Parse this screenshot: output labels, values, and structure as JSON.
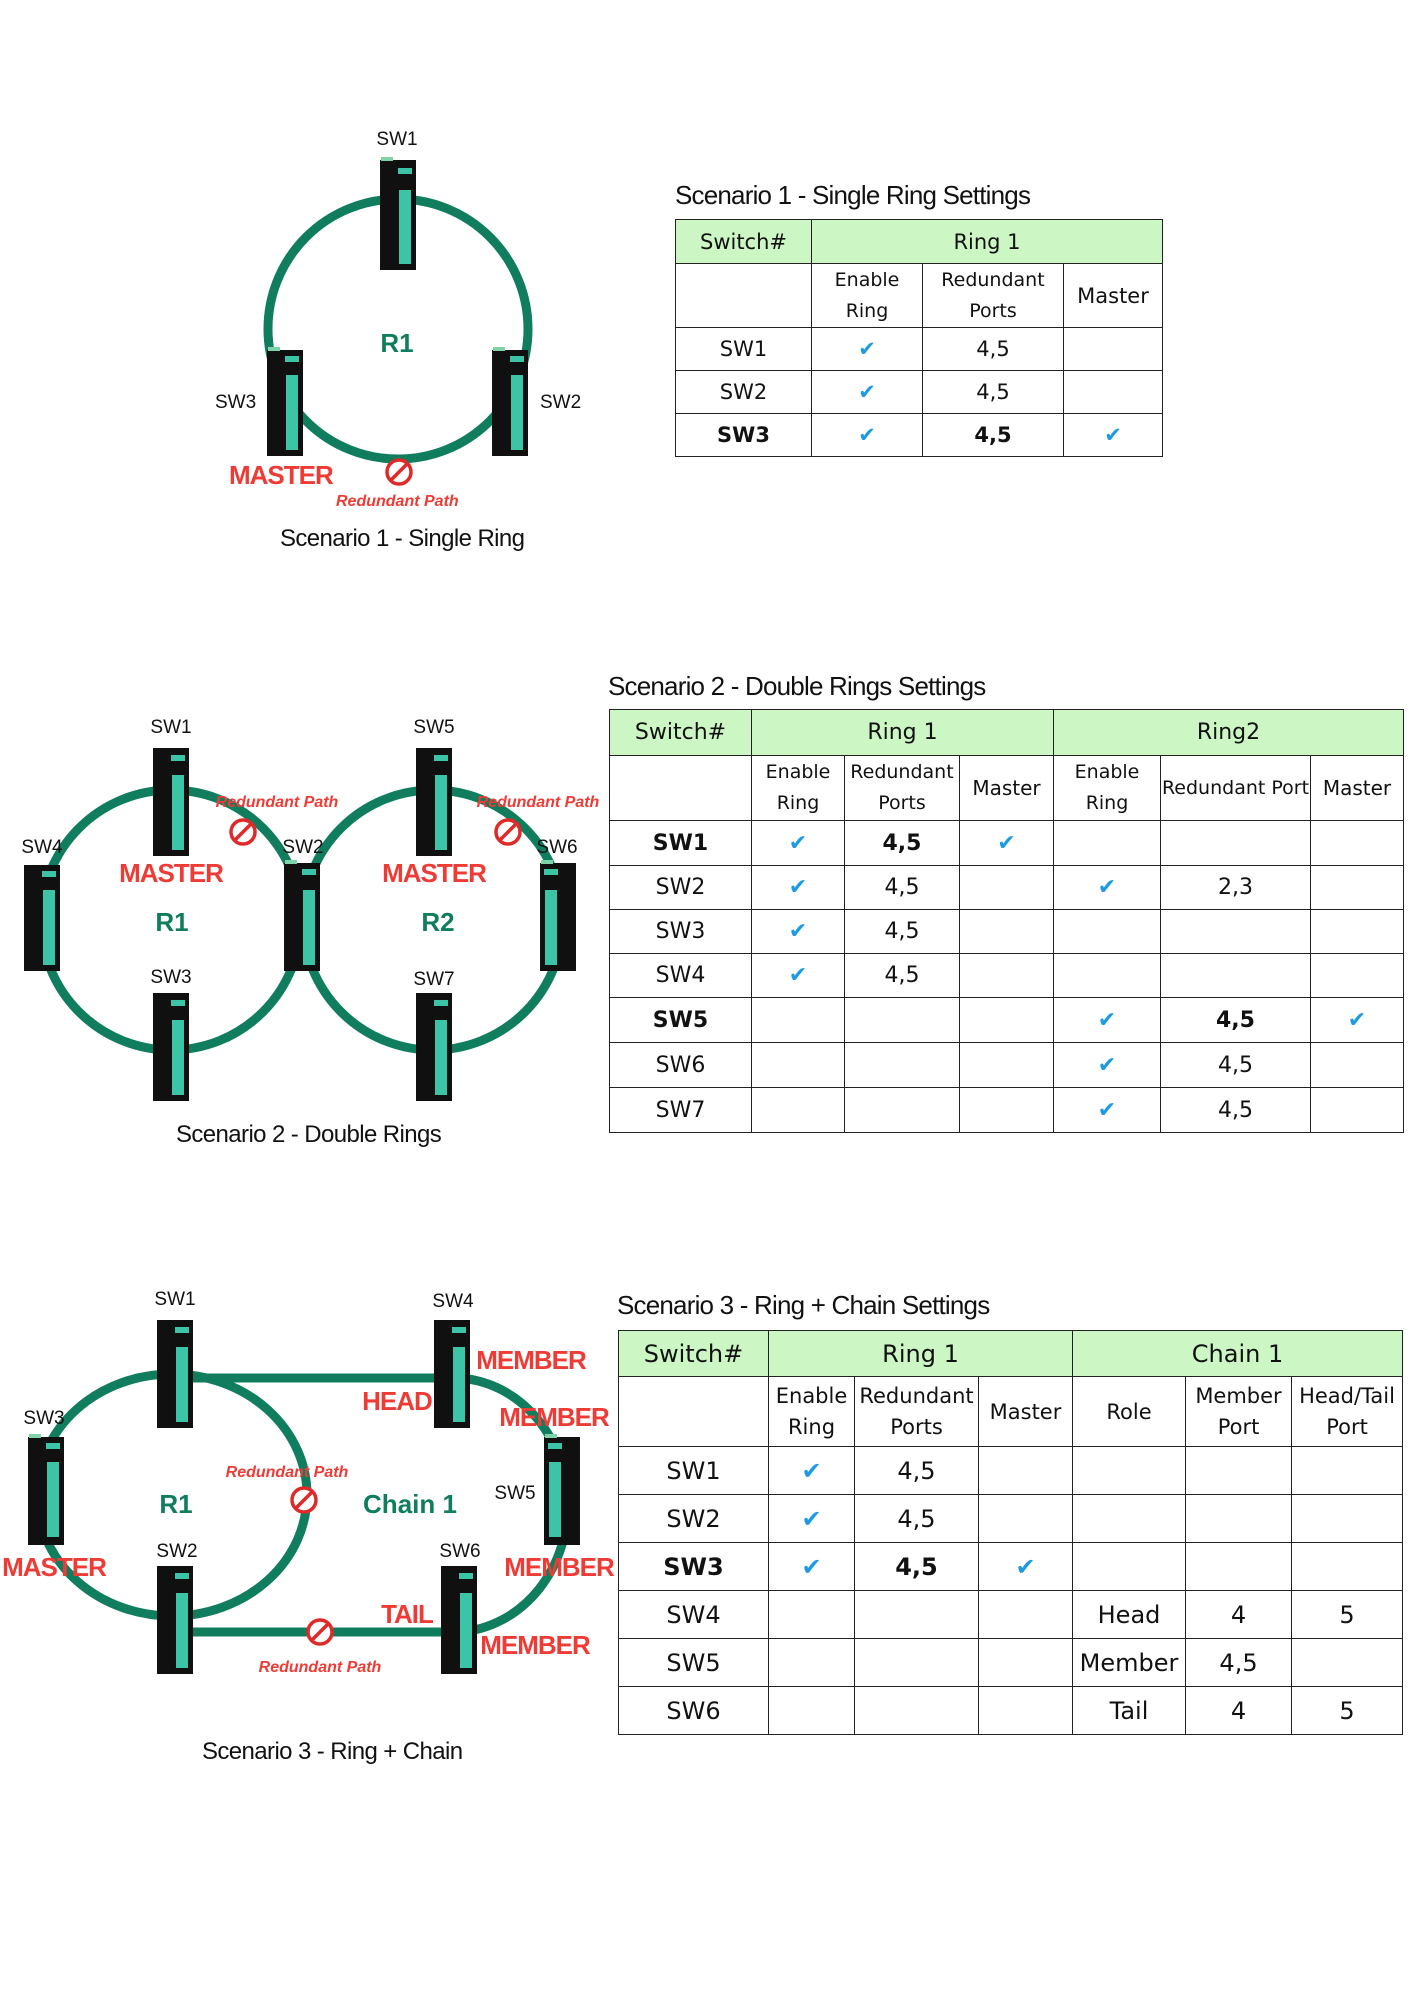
{
  "scenario1": {
    "caption": "Scenario 1 - Single Ring",
    "diagram": {
      "switches": [
        "SW1",
        "SW2",
        "SW3"
      ],
      "ring_label": "R1",
      "master_label": "MASTER",
      "redundant_label": "Redundant Path"
    },
    "table": {
      "title": "Scenario 1 - Single Ring Settings",
      "switch_header": "Switch#",
      "ring_header": "Ring 1",
      "sub_enable": "Enable Ring",
      "sub_redundant": "Redundant Ports",
      "sub_master": "Master",
      "rows": [
        {
          "sw": "SW1",
          "enable": "✔",
          "ports": "4,5",
          "master": "",
          "bold": false
        },
        {
          "sw": "SW2",
          "enable": "✔",
          "ports": "4,5",
          "master": "",
          "bold": false
        },
        {
          "sw": "SW3",
          "enable": "✔",
          "ports": "4,5",
          "master": "✔",
          "bold": true
        }
      ]
    }
  },
  "scenario2": {
    "caption": "Scenario 2 - Double Rings",
    "diagram": {
      "switches": [
        "SW1",
        "SW2",
        "SW3",
        "SW4",
        "SW5",
        "SW6",
        "SW7"
      ],
      "ring1_label": "R1",
      "ring2_label": "R2",
      "master_label": "MASTER",
      "redundant_label": "Redundant Path"
    },
    "table": {
      "title": "Scenario 2 - Double Rings Settings",
      "switch_header": "Switch#",
      "ring1_header": "Ring 1",
      "ring2_header": "Ring2",
      "sub_enable": "Enable Ring",
      "sub_redundant1": "Redundant Ports",
      "sub_master": "Master",
      "sub_redundant2": "Redundant Port",
      "rows": [
        {
          "sw": "SW1",
          "e1": "✔",
          "p1": "4,5",
          "m1": "✔",
          "e2": "",
          "p2": "",
          "m2": "",
          "bold": true
        },
        {
          "sw": "SW2",
          "e1": "✔",
          "p1": "4,5",
          "m1": "",
          "e2": "✔",
          "p2": "2,3",
          "m2": "",
          "bold": false
        },
        {
          "sw": "SW3",
          "e1": "✔",
          "p1": "4,5",
          "m1": "",
          "e2": "",
          "p2": "",
          "m2": "",
          "bold": false
        },
        {
          "sw": "SW4",
          "e1": "✔",
          "p1": "4,5",
          "m1": "",
          "e2": "",
          "p2": "",
          "m2": "",
          "bold": false
        },
        {
          "sw": "SW5",
          "e1": "",
          "p1": "",
          "m1": "",
          "e2": "✔",
          "p2": "4,5",
          "m2": "✔",
          "bold": true
        },
        {
          "sw": "SW6",
          "e1": "",
          "p1": "",
          "m1": "",
          "e2": "✔",
          "p2": "4,5",
          "m2": "",
          "bold": false
        },
        {
          "sw": "SW7",
          "e1": "",
          "p1": "",
          "m1": "",
          "e2": "✔",
          "p2": "4,5",
          "m2": "",
          "bold": false
        }
      ]
    }
  },
  "scenario3": {
    "caption": "Scenario 3 - Ring + Chain",
    "diagram": {
      "switches": [
        "SW1",
        "SW2",
        "SW3",
        "SW4",
        "SW5",
        "SW6"
      ],
      "ring_label": "R1",
      "chain_label": "Chain 1",
      "master_label": "MASTER",
      "head_label": "HEAD",
      "tail_label": "TAIL",
      "member_label": "MEMBER",
      "redundant_label": "Redundant Path"
    },
    "table": {
      "title": "Scenario 3 - Ring + Chain Settings",
      "switch_header": "Switch#",
      "ring1_header": "Ring 1",
      "chain_header": "Chain 1",
      "sub_enable": "Enable Ring",
      "sub_redundant": "Redundant Ports",
      "sub_master": "Master",
      "sub_role": "Role",
      "sub_member_port": "Member Port",
      "sub_headtail_port": "Head/Tail Port",
      "rows": [
        {
          "sw": "SW1",
          "e": "✔",
          "p": "4,5",
          "m": "",
          "role": "",
          "mp": "",
          "htp": "",
          "bold": false
        },
        {
          "sw": "SW2",
          "e": "✔",
          "p": "4,5",
          "m": "",
          "role": "",
          "mp": "",
          "htp": "",
          "bold": false
        },
        {
          "sw": "SW3",
          "e": "✔",
          "p": "4,5",
          "m": "✔",
          "role": "",
          "mp": "",
          "htp": "",
          "bold": true
        },
        {
          "sw": "SW4",
          "e": "",
          "p": "",
          "m": "",
          "role": "Head",
          "mp": "4",
          "htp": "5",
          "bold": false
        },
        {
          "sw": "SW5",
          "e": "",
          "p": "",
          "m": "",
          "role": "Member",
          "mp": "4,5",
          "htp": "",
          "bold": false
        },
        {
          "sw": "SW6",
          "e": "",
          "p": "",
          "m": "",
          "role": "Tail",
          "mp": "4",
          "htp": "5",
          "bold": false
        }
      ]
    }
  },
  "colors": {
    "ring_green": "#0f7d5e",
    "switch_body": "#101010",
    "switch_port": "#3cc4a6",
    "alert_red": "#ee3b35",
    "label_green": "#0f7d5e",
    "table_header": "#ccf7c4",
    "check_blue": "#1d9be2"
  }
}
